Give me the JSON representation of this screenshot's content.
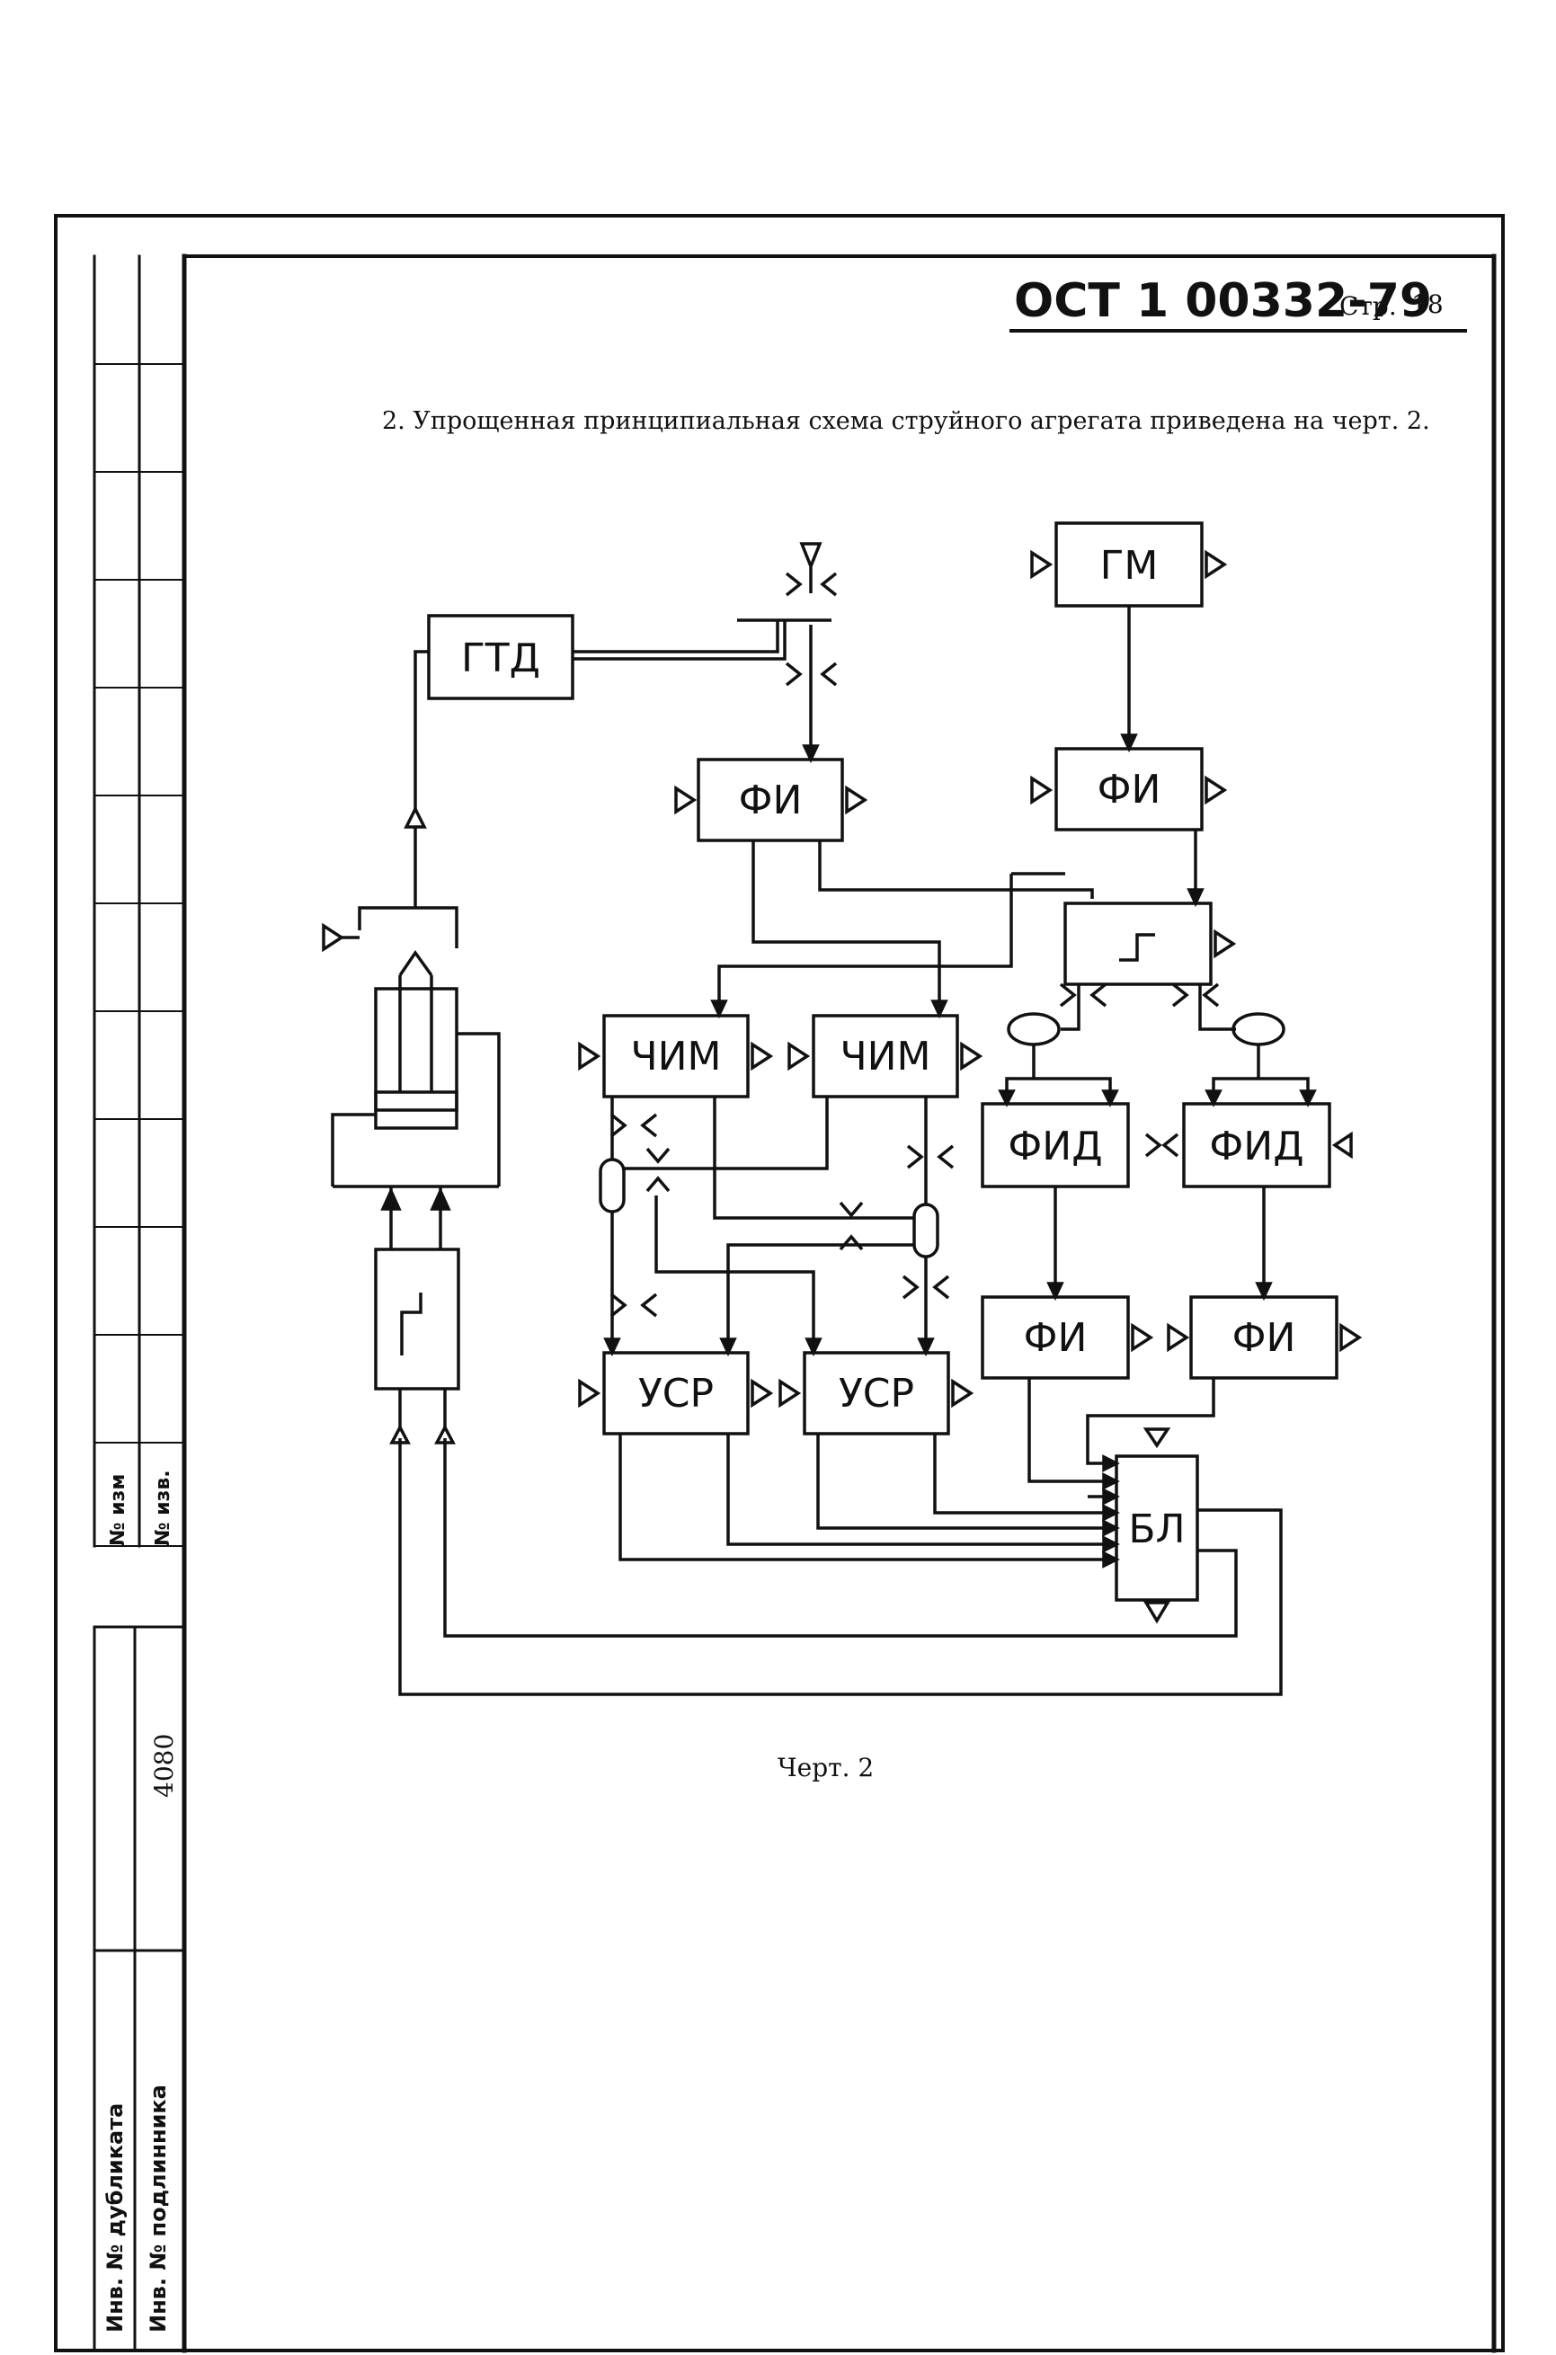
{
  "header": {
    "doc_code": "ОСТ 1 00332-79",
    "page_label": "Стр.",
    "page_number": "18"
  },
  "intro_text": "2. Упрощенная принципиальная схема струйного агрегата приведена на черт. 2.",
  "figure_caption": "Черт. 2",
  "side_stamp": {
    "izm_label": "№ изм",
    "izv_label": "№ изв.",
    "dubl_label": "Инв. № дубликата",
    "podl_label": "Инв. № подлинника",
    "podl_value": "4080"
  },
  "blocks": {
    "gtd": "ГТД",
    "gm": "ГМ",
    "fi_left": "ФИ",
    "fi_right": "ФИ",
    "chim_left": "ЧИМ",
    "chim_right": "ЧИМ",
    "fid_left": "ФИД",
    "fid_right": "ФИД",
    "fi_lower_left": "ФИ",
    "fi_lower_right": "ФИ",
    "usr_left": "УСР",
    "usr_right": "УСР",
    "bl": "БЛ"
  },
  "colors": {
    "ink": "#111111",
    "paper": "#ffffff"
  }
}
